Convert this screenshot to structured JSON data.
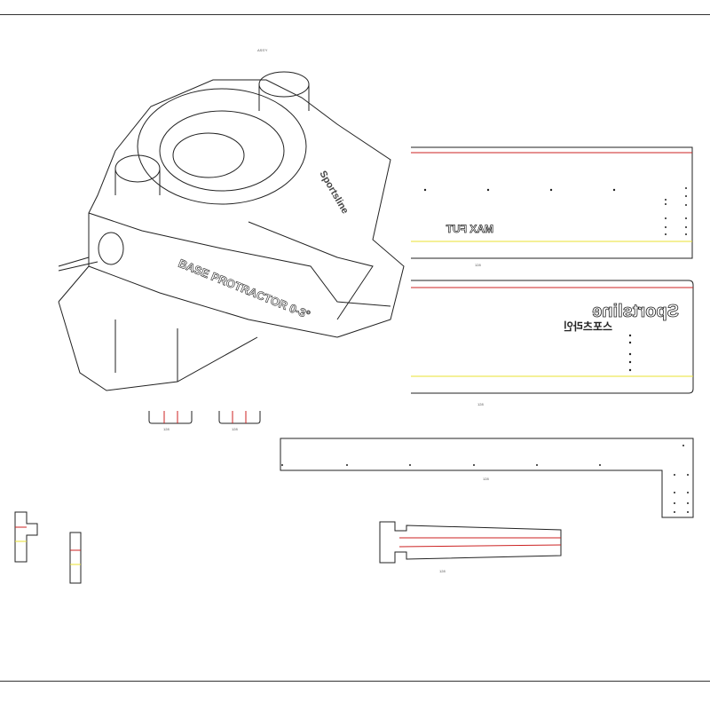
{
  "drawing": {
    "top_label": "ASS'Y",
    "protractor_text": "BASE PROTRACTOR 0-3°",
    "brand_text": "Sportsline",
    "brand_korean": "스포츠라인",
    "panel1_text": "MAX FUT",
    "panel1_label": "128",
    "panel2_label": "128",
    "bracket1_label": "128",
    "bracket2_label": "128",
    "long_panel_label": "128",
    "wedge_label": "128"
  },
  "colors": {
    "red_line": "#cc2222",
    "yellow_line": "#e8e030",
    "outline": "#222222"
  }
}
